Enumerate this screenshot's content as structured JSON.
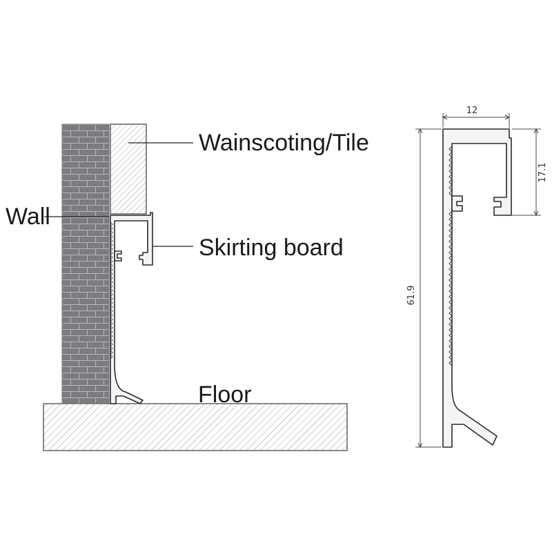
{
  "labels": {
    "wainscoting": "Wainscoting/Tile",
    "wall": "Wall",
    "skirting": "Skirting board",
    "floor": "Floor"
  },
  "dimensions": {
    "top_width": "12",
    "upper_height": "17.1",
    "total_height": "61.9"
  },
  "colors": {
    "wall_fill": "#7c7c80",
    "brick_line": "#b8b8bc",
    "hatch_line": "#9a9a9a",
    "outline": "#2a2a2a"
  }
}
